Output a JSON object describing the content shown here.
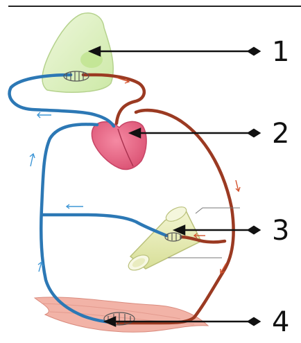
{
  "labels": {
    "l1": "1",
    "l2": "2",
    "l3": "3",
    "l4": "4"
  },
  "colors": {
    "artery": "#9b3a22",
    "vein": "#2c78b5",
    "lung_fill": "#dff0c4",
    "heart_fill": "#e9607f",
    "organ_fill": "#e7ecb4",
    "muscle_fill": "#f2b3a7",
    "pointer": "#111111",
    "flow_arrow": "#d3542f",
    "flow_arrow_blue": "#3f97d6"
  }
}
